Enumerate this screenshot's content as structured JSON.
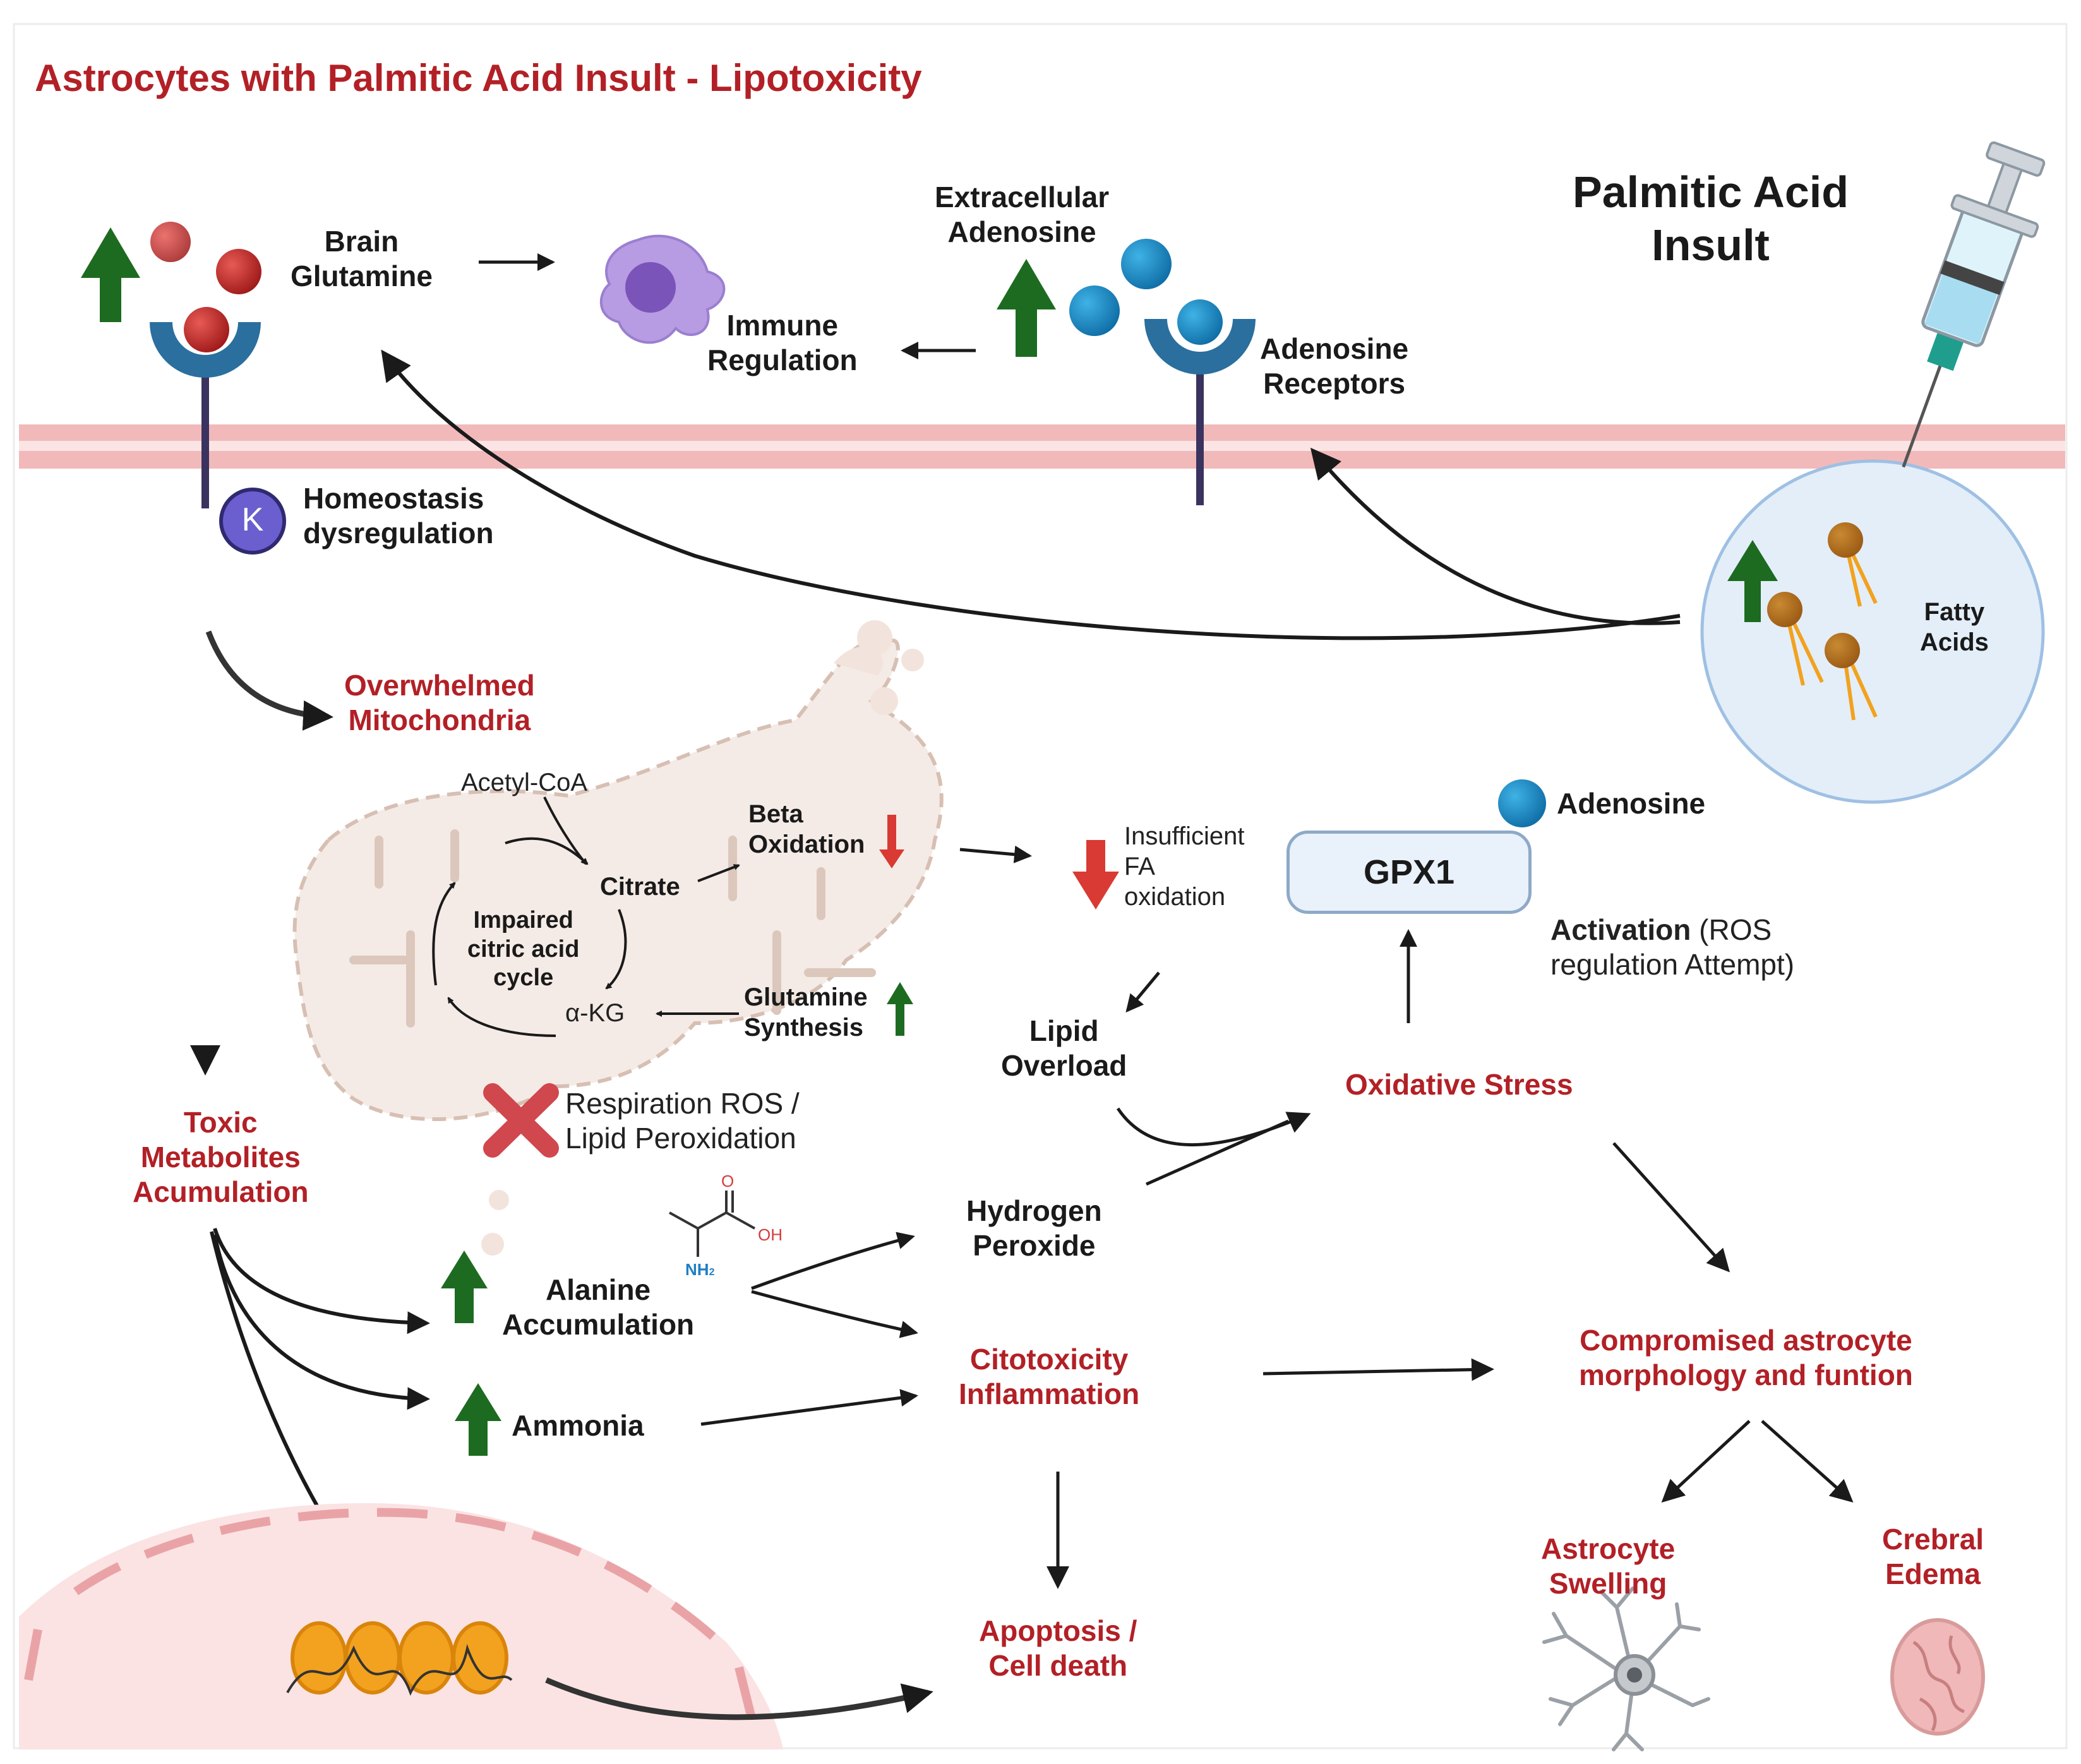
{
  "title": "Astrocytes with Palmitic Acid Insult - Lipotoxicity",
  "insult": {
    "line1": "Palmitic Acid",
    "line2": "Insult"
  },
  "fatty_acids": {
    "line1": "Fatty",
    "line2": "Acids"
  },
  "membrane": {
    "brain_glutamine": {
      "line1": "Brain",
      "line2": "Glutamine"
    },
    "immune_regulation": {
      "line1": "Immune",
      "line2": "Regulation"
    },
    "extracellular_adenosine": {
      "line1": "Extracellular",
      "line2": "Adenosine"
    },
    "adenosine_receptors": {
      "line1": "Adenosine",
      "line2": "Receptors"
    },
    "homeostasis": {
      "line1": "Homeostasis",
      "line2": "dysregulation"
    },
    "potassium_symbol": "K"
  },
  "mitochondria": {
    "overwhelmed": {
      "line1": "Overwhelmed",
      "line2": "Mitochondria"
    },
    "acetyl_coa": "Acetyl-CoA",
    "citrate": "Citrate",
    "beta_oxidation": {
      "line1": "Beta",
      "line2": "Oxidation"
    },
    "impaired_cycle": {
      "line1": "Impaired",
      "line2": "citric acid",
      "line3": "cycle"
    },
    "alpha_kg": "α-KG",
    "glutamine_synthesis": {
      "line1": "Glutamine",
      "line2": "Synthesis"
    },
    "respiration_ros": {
      "line1": "Respiration ROS /",
      "line2": "Lipid Peroxidation"
    }
  },
  "oxidation": {
    "insufficient": {
      "line1": "Insufficient",
      "line2": "FA",
      "line3": "oxidation"
    },
    "gpx1": "GPX1",
    "adenosine": "Adenosine",
    "activation": {
      "bold": "Activation",
      "rest1": " (ROS",
      "line2": "regulation Attempt)"
    },
    "lipid_overload": {
      "line1": "Lipid",
      "line2": "Overload"
    },
    "oxidative_stress": "Oxidative Stress",
    "hydrogen_peroxide": {
      "line1": "Hydrogen",
      "line2": "Peroxide"
    }
  },
  "metabolites": {
    "toxic": {
      "line1": "Toxic",
      "line2": "Metabolites",
      "line3": "Acumulation"
    },
    "alanine": {
      "line1": "Alanine",
      "line2": "Accumulation"
    },
    "alanine_atoms": {
      "o": "O",
      "oh": "OH",
      "nh2": "NH",
      "sub": "2"
    },
    "ammonia": "Ammonia",
    "citotoxicity": {
      "line1": "Citotoxicity",
      "line2": "Inflammation"
    },
    "apoptosis": {
      "line1": "Apoptosis /",
      "line2": "Cell death"
    }
  },
  "outcomes": {
    "compromised": {
      "line1": "Compromised astrocyte",
      "line2": "morphology and funtion"
    },
    "swelling": {
      "line1": "Astrocyte",
      "line2": "Swelling"
    },
    "edema": {
      "line1": "Crebral",
      "line2": "Edema"
    }
  },
  "colors": {
    "red_text": "#b22026",
    "up_arrow_green": "#1d6b21",
    "down_arrow_red": "#d93a33",
    "membrane_pink": "#f2b9bb",
    "mito_fill": "#f5ebe6",
    "fatty_cell": "#e3eef9",
    "receptor_blue": "#2a6f9e"
  }
}
